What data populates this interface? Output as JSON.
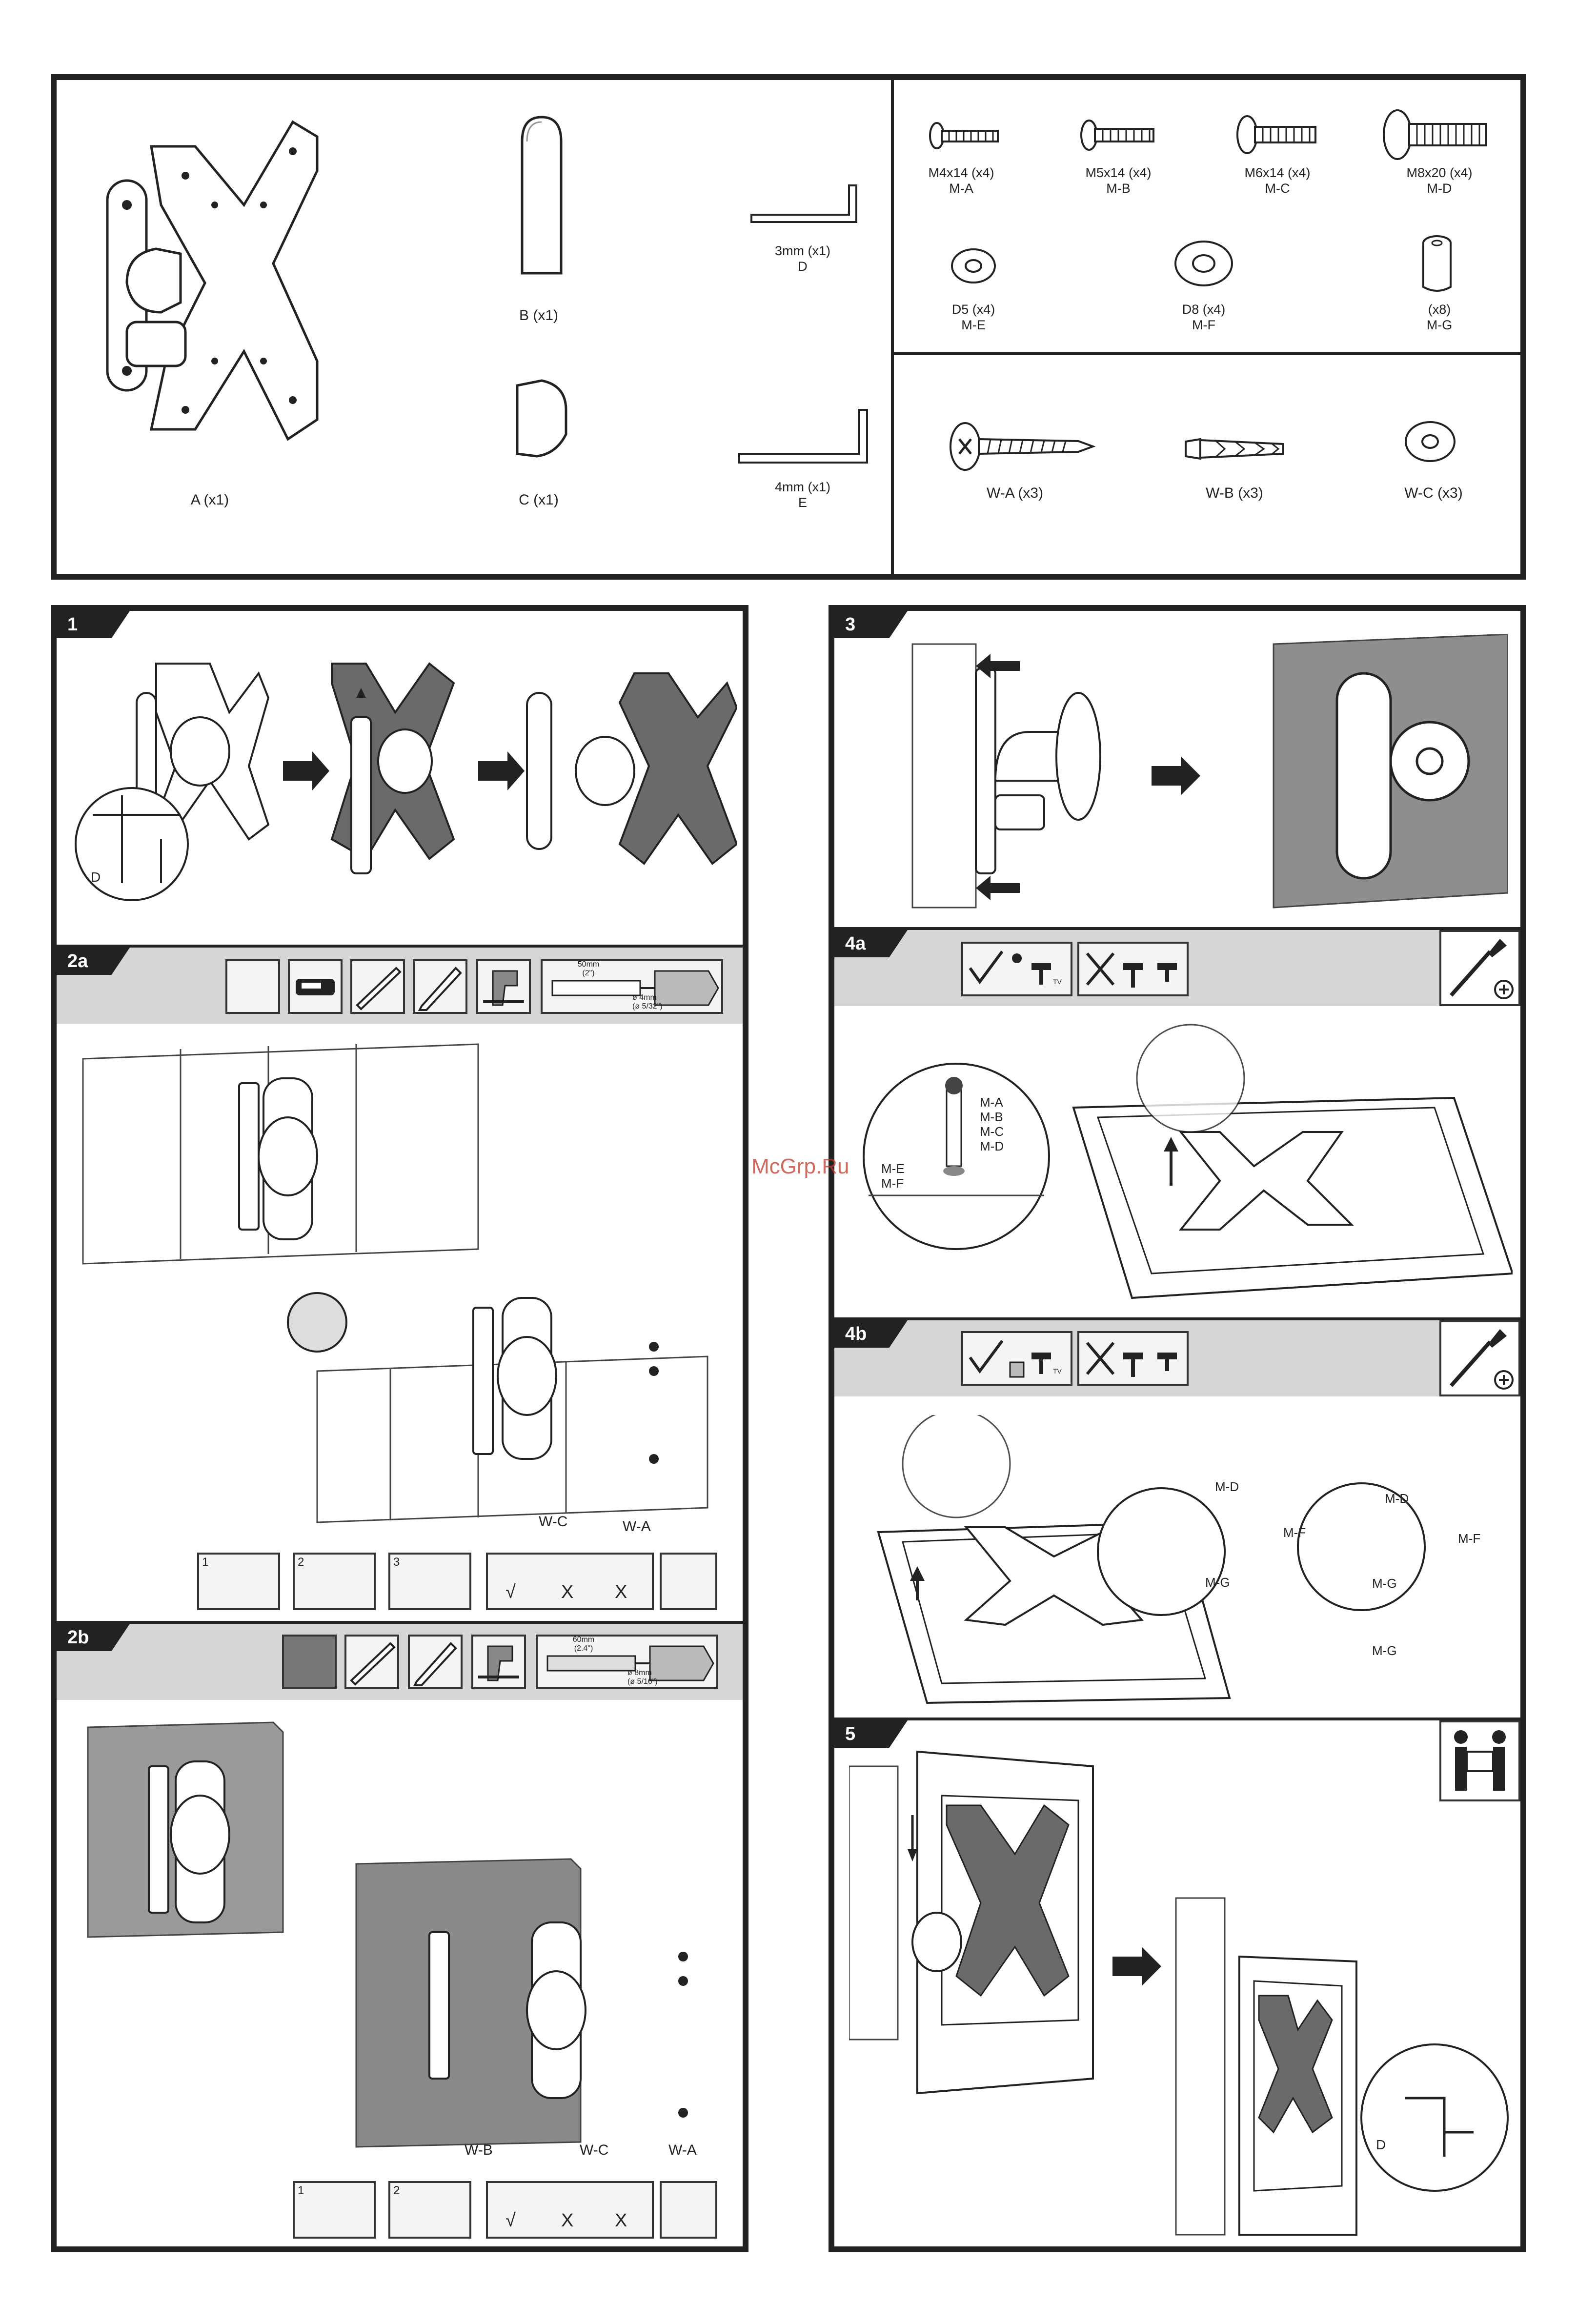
{
  "parts": {
    "A": "A (x1)",
    "B": "B (x1)",
    "C": "C (x1)",
    "D": [
      "3mm (x1)",
      "D"
    ],
    "E": [
      "4mm (x1)",
      "E"
    ],
    "MA": [
      "M4x14 (x4)",
      "M-A"
    ],
    "MB": [
      "M5x14 (x4)",
      "M-B"
    ],
    "MC": [
      "M6x14 (x4)",
      "M-C"
    ],
    "MD": [
      "M8x20 (x4)",
      "M-D"
    ],
    "ME": [
      "D5 (x4)",
      "M-E"
    ],
    "MF": [
      "D8 (x4)",
      "M-F"
    ],
    "MG": [
      "(x8)",
      "M-G"
    ],
    "WA": "W-A (x3)",
    "WB": "W-B (x3)",
    "WC": "W-C (x3)"
  },
  "steps": {
    "s1": "1",
    "s2a": "2a",
    "s2b": "2b",
    "s3": "3",
    "s4a": "4a",
    "s4b": "4b",
    "s5": "5"
  },
  "step1": {
    "D": "D"
  },
  "step2a": {
    "dim1": "50mm",
    "dim1b": "(2\")",
    "dia": "ø 4mm",
    "dia_b": "(ø 5/32\")",
    "WC": "W-C",
    "WA": "W-A",
    "sub": [
      "1",
      "2",
      "3"
    ],
    "check": "√",
    "cross1": "X",
    "cross2": "X"
  },
  "step2b": {
    "dim1": "60mm",
    "dim1b": "(2.4\")",
    "dia": "ø 8mm",
    "dia_b": "(ø 5/16\")",
    "WB": "W-B",
    "WC": "W-C",
    "WA": "W-A",
    "sub": [
      "1",
      "2"
    ],
    "check": "√",
    "cross1": "X",
    "cross2": "X"
  },
  "step4a": {
    "labels": [
      "M-A",
      "M-B",
      "M-C",
      "M-D"
    ],
    "ME": "M-E",
    "MF": "M-F",
    "tv": "TV"
  },
  "step4b": {
    "MD": "M-D",
    "MF": "M-F",
    "MG": "M-G",
    "MG2": "M-G",
    "MD2": "M-D",
    "MF2": "M-F",
    "MG3": "M-G",
    "tv": "TV"
  },
  "step5": {
    "D": "D"
  },
  "watermark": "McGrp.Ru"
}
